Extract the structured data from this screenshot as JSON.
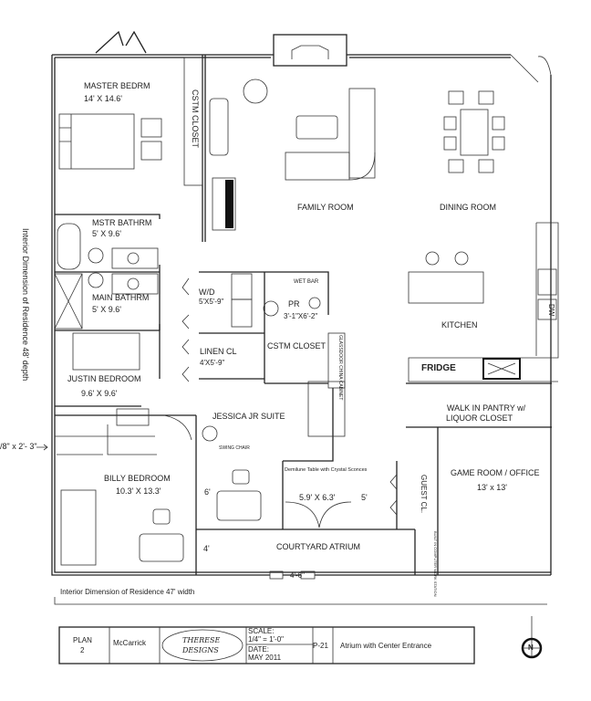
{
  "rooms": {
    "master_bedroom": {
      "name": "MASTER BEDRM",
      "size": "14' X 14.6'"
    },
    "cstm_closet_master": "CSTM CLOSET",
    "family_room": "FAMILY ROOM",
    "dining_room": "DINING ROOM",
    "master_bath": {
      "name": "MSTR  BATHRM",
      "size": "5' X 9.6'"
    },
    "main_bath": {
      "name": "MAIN  BATHRM",
      "size": "5' X 9.6'"
    },
    "wd": {
      "name": "W/D",
      "size": "5'X5'-9\""
    },
    "wet_bar": "WET BAR",
    "pr": {
      "name": "PR",
      "size": "3'-1\"X6'-2\""
    },
    "kitchen": "KITCHEN",
    "fridge": "FRIDGE",
    "dw": "DW",
    "linen": {
      "name": "LINEN CL",
      "size": "4'X5'-9\""
    },
    "cstm_closet": "CSTM CLOSET",
    "china_cabinet": "GLASSDOOR CHINA CABINET",
    "justin_bedroom": {
      "name": "JUSTIN  BEDROOM",
      "size": "9.6' X 9.6'"
    },
    "pantry": {
      "line1": "WALK IN PANTRY w/",
      "line2": "LIQUOR CLOSET"
    },
    "jessica": "JESSICA  JR SUITE",
    "swing_chair": "SWING CHAIR",
    "billy_bedroom": {
      "name": "BILLY  BEDROOM",
      "size": "10.3' X 13.3'"
    },
    "demilune": "Demilune Table with Crystal Sconces",
    "foyer_size": "5.9' X 6.3'",
    "foyer_width": "5'",
    "guest_cl": "GUEST CL.",
    "game_room": {
      "name": "GAME ROOM / OFFICE",
      "size": "13' x 13'"
    },
    "courtyard": "COURTYARD ATRIUM",
    "built_in": "BUILT IN COMPUTER WORK STATION",
    "dim_6": "6'",
    "dim_4": "4'",
    "entry_width": "4'-6\""
  },
  "dimensions": {
    "depth": "Interior Dimension of Residence 48' depth",
    "width": "Interior Dimension of Residence 47' width",
    "window_note": "/8\" x 2'- 3\""
  },
  "title_block": {
    "plan_label": "PLAN",
    "plan_number": "2",
    "client": "McCarrick",
    "logo_line1": "THERESE",
    "logo_line2": "DESIGNS",
    "scale_label": "SCALE:",
    "scale_value": "1/4\" = 1'-0\"",
    "date_label": "DATE:",
    "date_value": "MAY  2011",
    "sheet": "P-21",
    "description": "Atrium with Center Entrance"
  },
  "compass_label": "N"
}
